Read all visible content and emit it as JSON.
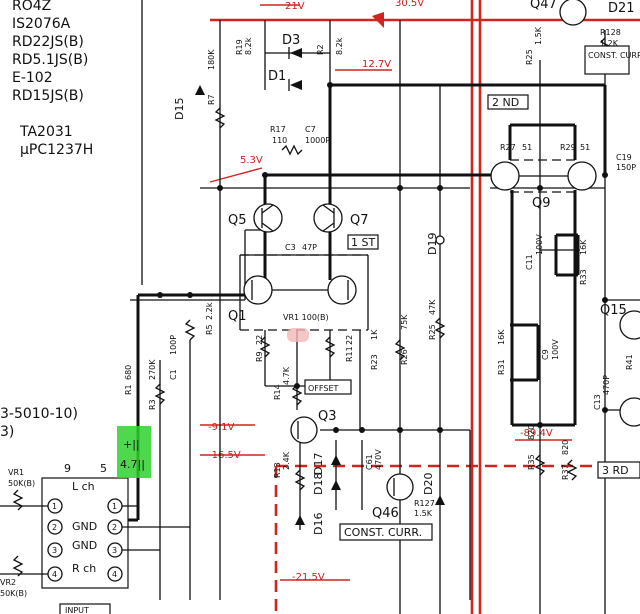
{
  "parts_list": [
    "RO4Z",
    "IS2076A",
    "RD22JS(B)",
    "RD5.1JS(B)",
    "E-102",
    "RD15JS(B)",
    "TA2031",
    "μPC1237H"
  ],
  "left_ref": [
    "3-5010-10)",
    "3)"
  ],
  "voltages": {
    "top": "21V",
    "top_right": "30.5V",
    "v127": "12.7V",
    "v53": "5.3V",
    "vn91": "-9.1V",
    "vn165": "-16.5V",
    "vn894": "-89.4V",
    "vn215": "-21.5V"
  },
  "transistors": {
    "q5": "Q5",
    "q7": "Q7",
    "q1": "Q1",
    "q3": "Q3",
    "q9": "Q9",
    "q46": "Q46",
    "q15": "Q15",
    "q47": "Q47"
  },
  "diodes": {
    "d3": "D3",
    "d1": "D1",
    "d15": "D15",
    "d19": "D19",
    "d16": "D16",
    "d18": "D18",
    "d17": "D17",
    "d20": "D20",
    "d21": "D21"
  },
  "resistors": {
    "r19": "R19",
    "r19v": "8.2k",
    "r2": "R2",
    "r2v": "8.2k",
    "r7": "R7",
    "r7v": "180K",
    "r17": "R17",
    "r17v": "110",
    "r27": "R27",
    "r27v": "51",
    "r29": "R29",
    "r29v": "51",
    "r25": "R25",
    "r25v": "1.5K",
    "r128": "R128",
    "r128v": "1.2K",
    "r33": "R33",
    "r33v": "16K",
    "r31": "R31",
    "r31v": "16K",
    "r5": "R5",
    "r5v": "2.2k",
    "r9": "R9",
    "r9v": "22",
    "r11": "R11",
    "r11v": "22",
    "r23": "R23",
    "r23v": "1K",
    "r26": "R26",
    "r26v": "75K",
    "r25b": "R25",
    "r25bv": "47K",
    "r14": "R14",
    "r14v": "4.7K",
    "r13": "R13",
    "r13v": "2.4K",
    "r1": "R1",
    "r1v": "680",
    "r3": "R3",
    "r3v": "270K",
    "r35": "R35",
    "r35v": "820",
    "r37": "R37",
    "r37v": "820",
    "r127": "R127",
    "r127v": "1.5K",
    "r41": "R41"
  },
  "capacitors": {
    "c7": "C7",
    "c7v": "1000P",
    "c3": "C3",
    "c3v": "47P",
    "c19": "C19",
    "c19v": "150P",
    "c11": "C11",
    "c11v": "100V",
    "c9": "C9",
    "c9v": "100V",
    "c1": "C1",
    "c1v": "100P",
    "c61": "C61",
    "c61v": "470V",
    "c13": "C13",
    "c13v": "470P"
  },
  "vr1_label": "VR1 100(B)",
  "vr_input": {
    "vr1": "VR1",
    "vr1v": "50K(B)",
    "vr2": "VR2",
    "vr2v": "50K(B)"
  },
  "boxes": {
    "const_curr_top": "CONST. CURR.",
    "const_curr_bottom": "CONST. CURR.",
    "second": "2 ND",
    "first": "1 ST",
    "offset": "OFFSET",
    "third": "3 RD",
    "input": "INPUT"
  },
  "connector": {
    "pin9": "9",
    "pin5": "5",
    "lch": "L ch",
    "gnd1": "GND",
    "gnd2": "GND",
    "rch": "R ch",
    "pins": [
      "1",
      "2",
      "3",
      "4"
    ]
  },
  "highlight_note": {
    "top": "+||",
    "bottom": "4.7||"
  },
  "colors": {
    "ink": "#111111",
    "red_line": "#d0251f",
    "highlight": "#2fd12f",
    "pink_mark": "#f4b7b7"
  }
}
